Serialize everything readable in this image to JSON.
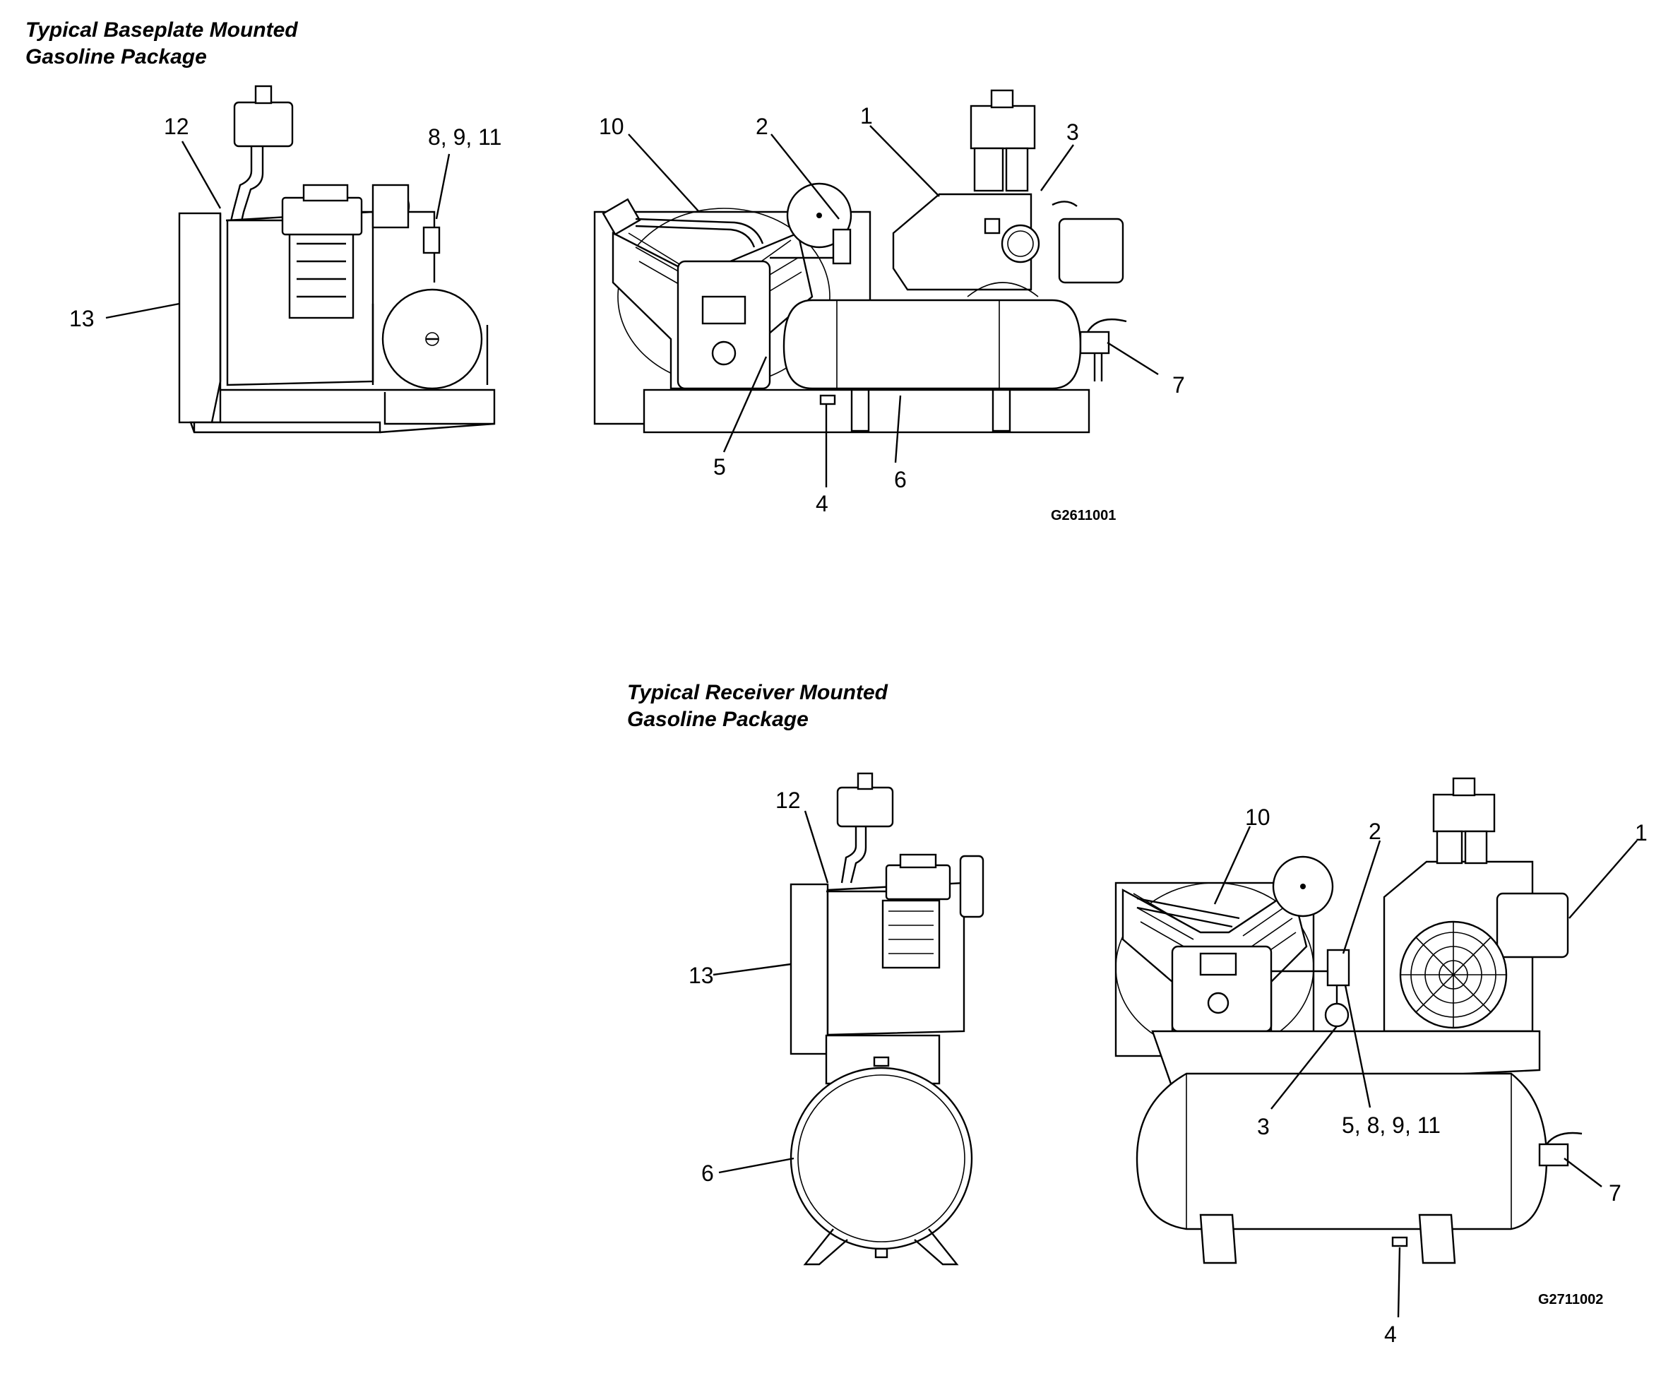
{
  "section_baseplate": {
    "title_line1": "Typical Baseplate Mounted",
    "title_line2": "Gasoline Package",
    "side_view_callouts": [
      "12",
      "8, 9, 11",
      "13"
    ],
    "front_view_callouts": [
      "10",
      "2",
      "1",
      "3",
      "7",
      "5",
      "4",
      "6"
    ],
    "drawing_code": "G2611001"
  },
  "section_receiver": {
    "title_line1": "Typical Receiver Mounted",
    "title_line2": "Gasoline Package",
    "side_view_callouts": [
      "12",
      "13",
      "6"
    ],
    "front_view_callouts": [
      "10",
      "2",
      "1",
      "3",
      "5, 8, 9, 11",
      "7",
      "4"
    ],
    "drawing_code": "G2711002"
  }
}
